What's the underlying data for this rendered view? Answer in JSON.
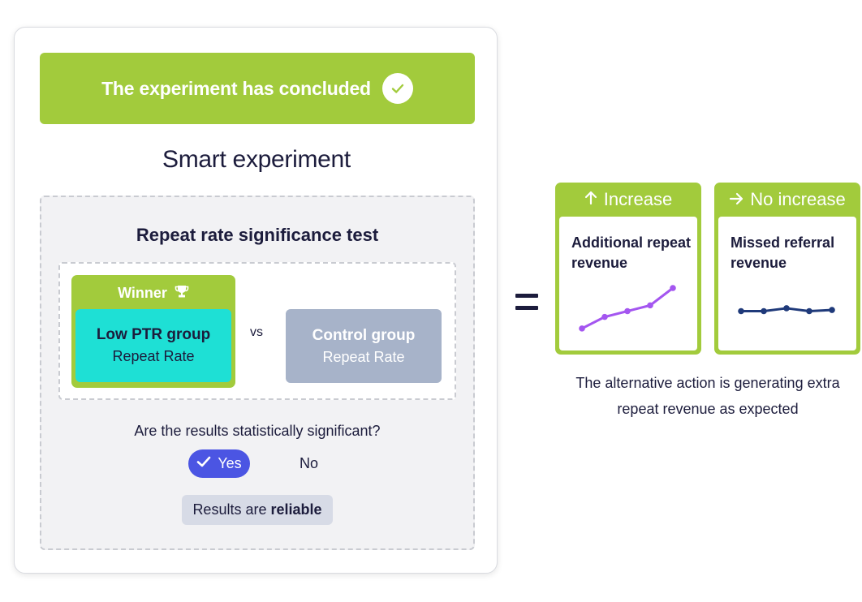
{
  "experiment": {
    "status_banner": "The experiment has concluded",
    "title": "Smart experiment",
    "test": {
      "title": "Repeat rate significance test",
      "winner_label": "Winner",
      "winner_group": {
        "name": "Low PTR group",
        "metric": "Repeat Rate"
      },
      "vs_label": "vs",
      "control_group": {
        "name": "Control group",
        "metric": "Repeat Rate"
      },
      "question": "Are the results statistically significant?",
      "yes_label": "Yes",
      "no_label": "No",
      "reliability": {
        "prefix": "Results are",
        "emphasis": "reliable"
      }
    }
  },
  "outcomes": [
    {
      "header": "Increase",
      "title": "Additional repeat revenue",
      "trend": [
        1,
        3,
        4,
        5,
        8
      ],
      "line_color": "#a456f0"
    },
    {
      "header": "No increase",
      "title": "Missed referral revenue",
      "trend": [
        4,
        4,
        4.5,
        4,
        4.2
      ],
      "line_color": "#1f3a7a"
    }
  ],
  "caption": "The alternative action is generating extra repeat revenue as expected",
  "colors": {
    "accent_green": "#a2cb3c",
    "winner_teal": "#1ee0d5",
    "control_gray": "#a7b3c9",
    "yes_blue": "#4b55e3",
    "text_dark": "#1c1c3c"
  }
}
